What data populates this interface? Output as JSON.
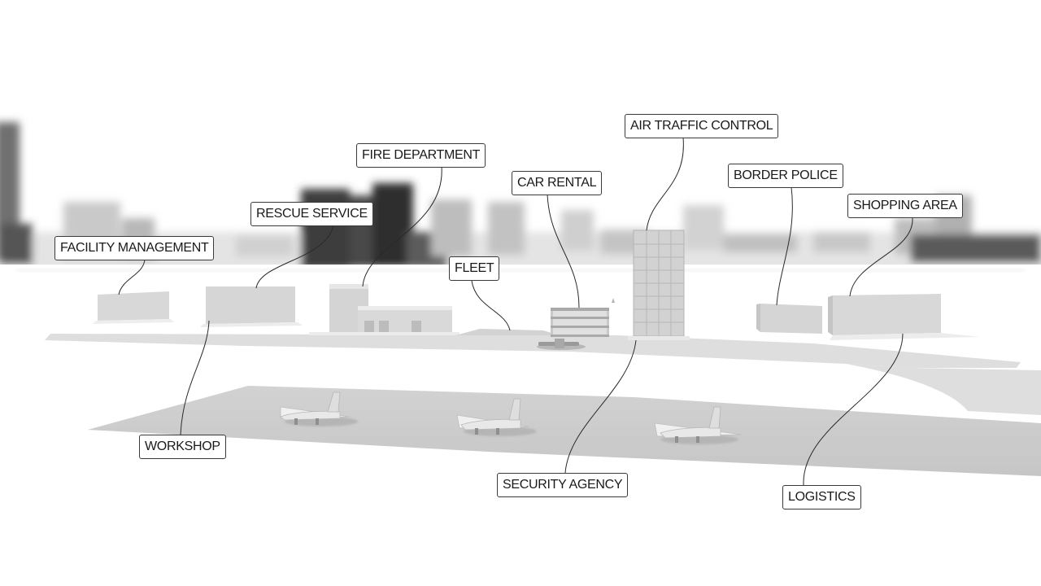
{
  "labels": {
    "facility_management": "FACILITY MANAGEMENT",
    "rescue_service": "RESCUE SERVICE",
    "fire_department": "FIRE DEPARTMENT",
    "fleet": "FLEET",
    "car_rental": "CAR RENTAL",
    "air_traffic_control": "AIR TRAFFIC CONTROL",
    "border_police": "BORDER POLICE",
    "shopping_area": "SHOPPING AREA",
    "workshop": "WORKSHOP",
    "security_agency": "SECURITY AGENCY",
    "logistics": "LOGISTICS"
  }
}
